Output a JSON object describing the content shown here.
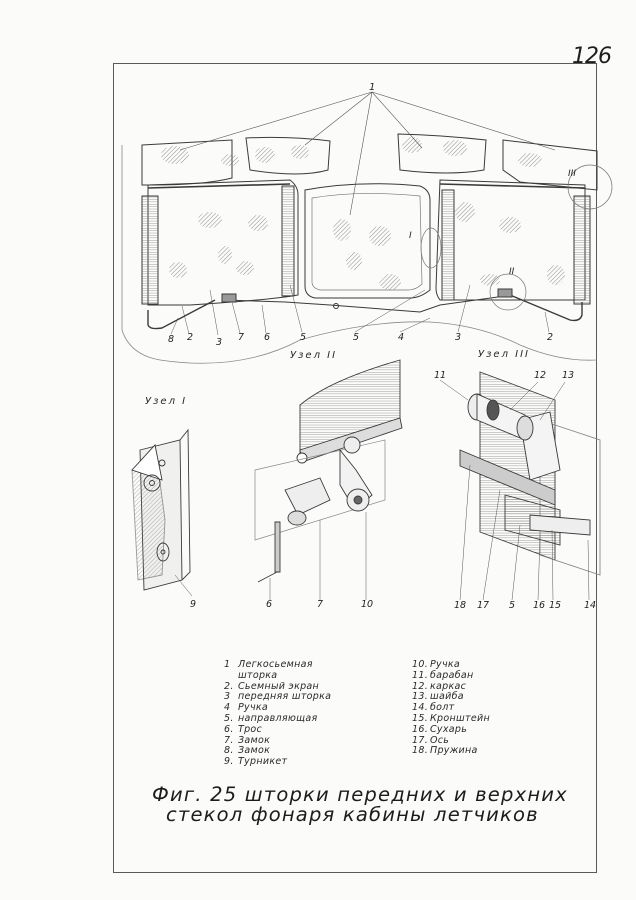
{
  "page_number": "126",
  "main_view": {
    "callouts_top": [
      "1"
    ],
    "callouts_bottom": [
      "8",
      "2",
      "3",
      "7",
      "6",
      "5",
      "5",
      "4",
      "3",
      "2"
    ],
    "detail_markers": [
      "I",
      "II",
      "III"
    ]
  },
  "details": [
    {
      "title": "Узел I",
      "callouts": [
        "9"
      ]
    },
    {
      "title": "Узел II",
      "callouts": [
        "6",
        "7",
        "10"
      ]
    },
    {
      "title": "Узел III",
      "callouts_top": [
        "11",
        "12",
        "13"
      ],
      "callouts_bottom": [
        "18",
        "17",
        "5",
        "16",
        "15",
        "14"
      ]
    }
  ],
  "legend": {
    "left": [
      {
        "num": "1",
        "text": "Легкосьемная",
        "cont": "шторка"
      },
      {
        "num": "2.",
        "text": "Сьемный экран"
      },
      {
        "num": "3",
        "text": "передняя шторка"
      },
      {
        "num": "4",
        "text": "Ручка"
      },
      {
        "num": "5.",
        "text": "направляющая"
      },
      {
        "num": "6.",
        "text": "Трос"
      },
      {
        "num": "7.",
        "text": "Замок"
      },
      {
        "num": "8.",
        "text": "Замок"
      },
      {
        "num": "9.",
        "text": "Турникет"
      }
    ],
    "right": [
      {
        "num": "10.",
        "text": "Ручка"
      },
      {
        "num": "11.",
        "text": "барабан"
      },
      {
        "num": "12.",
        "text": "каркас"
      },
      {
        "num": "13.",
        "text": "шайба"
      },
      {
        "num": "14.",
        "text": "болт"
      },
      {
        "num": "15.",
        "text": "Кронштейн"
      },
      {
        "num": "16.",
        "text": "Сухарь"
      },
      {
        "num": "17.",
        "text": "Ось"
      },
      {
        "num": "18.",
        "text": "Пружина"
      }
    ]
  },
  "caption": {
    "line1": "Фиг. 25 шторки  передних  и  верхних",
    "line2": "стекол  фонаря   кабины  летчиков"
  },
  "colors": {
    "ink": "#2a2a2a",
    "paper": "#fbfbf9",
    "hatch": "#6a6a6a"
  }
}
